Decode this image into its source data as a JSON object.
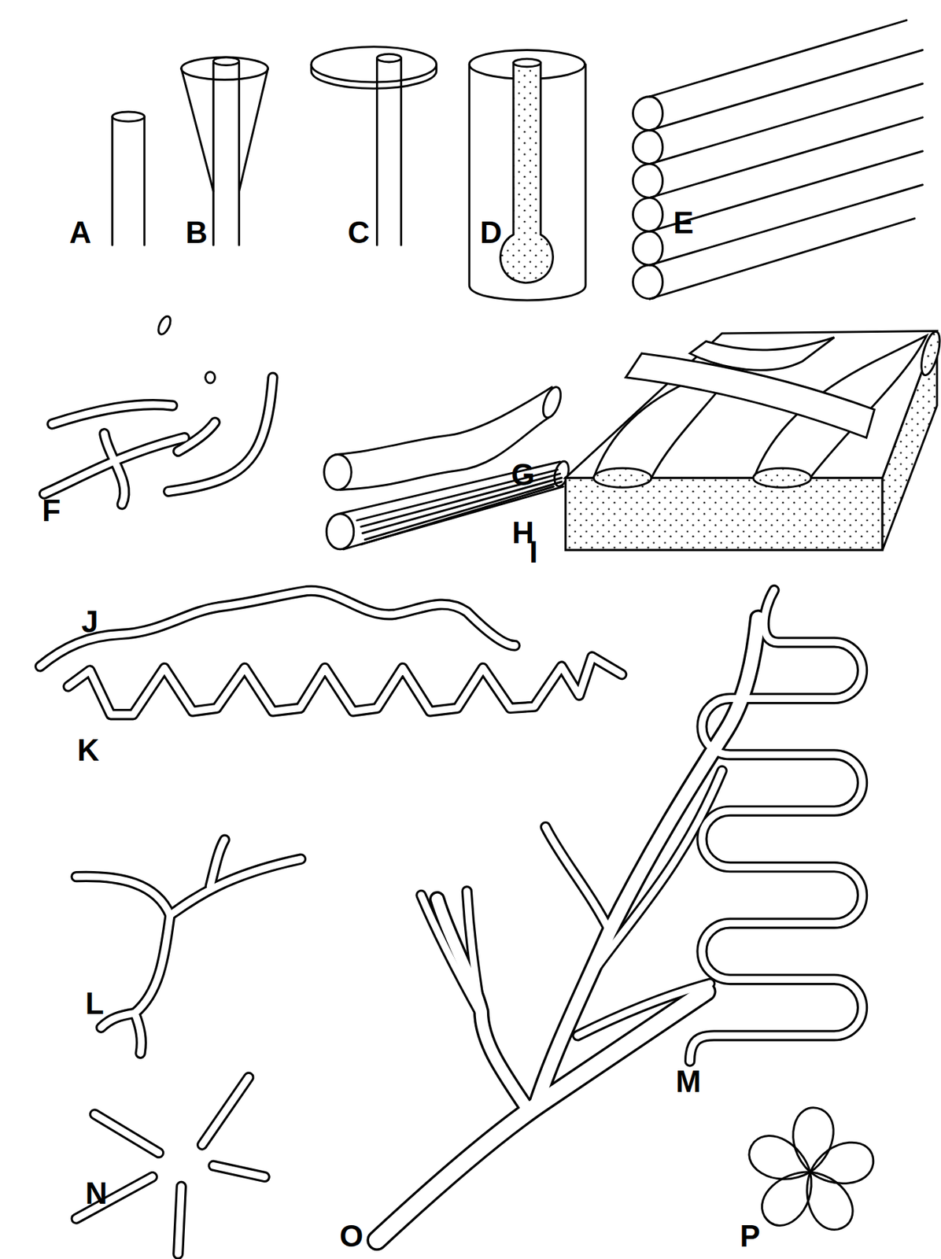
{
  "diagram": {
    "labels": [
      "A",
      "B",
      "C",
      "D",
      "E",
      "F",
      "G",
      "H",
      "I",
      "J",
      "K",
      "L",
      "M",
      "N",
      "O",
      "P"
    ]
  }
}
